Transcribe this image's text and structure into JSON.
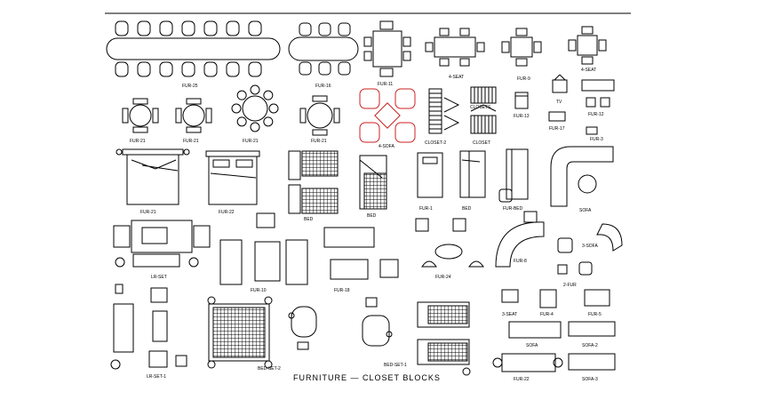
{
  "title": "FURNITURE  —  CLOSET BLOCKS",
  "labels": {
    "top_rect_table": "FUR-25",
    "top_oval_table": "FUR-16",
    "table_4_small": "FUR-11",
    "table_6": "4-SEAT",
    "table_4": "FUR-9",
    "table_4_right": "4-SEAT",
    "round1": "FUR-21",
    "round2": "FUR-21",
    "round3": "FUR-21",
    "round4": "FUR-21",
    "sofa_red": "4-SOFA",
    "closet1": "CLOSET-2",
    "closet_label": "CLOSETS",
    "closet2": "CLOSET",
    "fur13": "FUR-13",
    "tv": "TV",
    "fur17": "FUR-17",
    "fur12": "FUR-12",
    "fur3": "FUR-3",
    "bed1": "FUR-21",
    "bed2": "FUR-22",
    "bunk": "BED",
    "bedx": "BED",
    "fur1": "FUR-1",
    "bed3": "BED",
    "bed4": "FUR-BED",
    "sofa_corner": "SOFA",
    "lr_set": "LR-SET",
    "fur10": "FUR-10",
    "fur18": "FUR-18",
    "fur24": "FUR-24",
    "fur8": "FUR-8",
    "sofa3": "3-SOFA",
    "fur_20": "2-FUR",
    "fur_30": "3-SEAT",
    "fur4": "FUR-4",
    "fur5": "FUR-5",
    "lr_set1": "LR-SET-1",
    "bed_set2": "BED-SET-2",
    "bed_set1": "BED-SET-1",
    "sofa_b": "SOFA",
    "sofa2": "SOFA-2",
    "fur22": "FUR-22",
    "sofa3b": "SOFA-3"
  }
}
